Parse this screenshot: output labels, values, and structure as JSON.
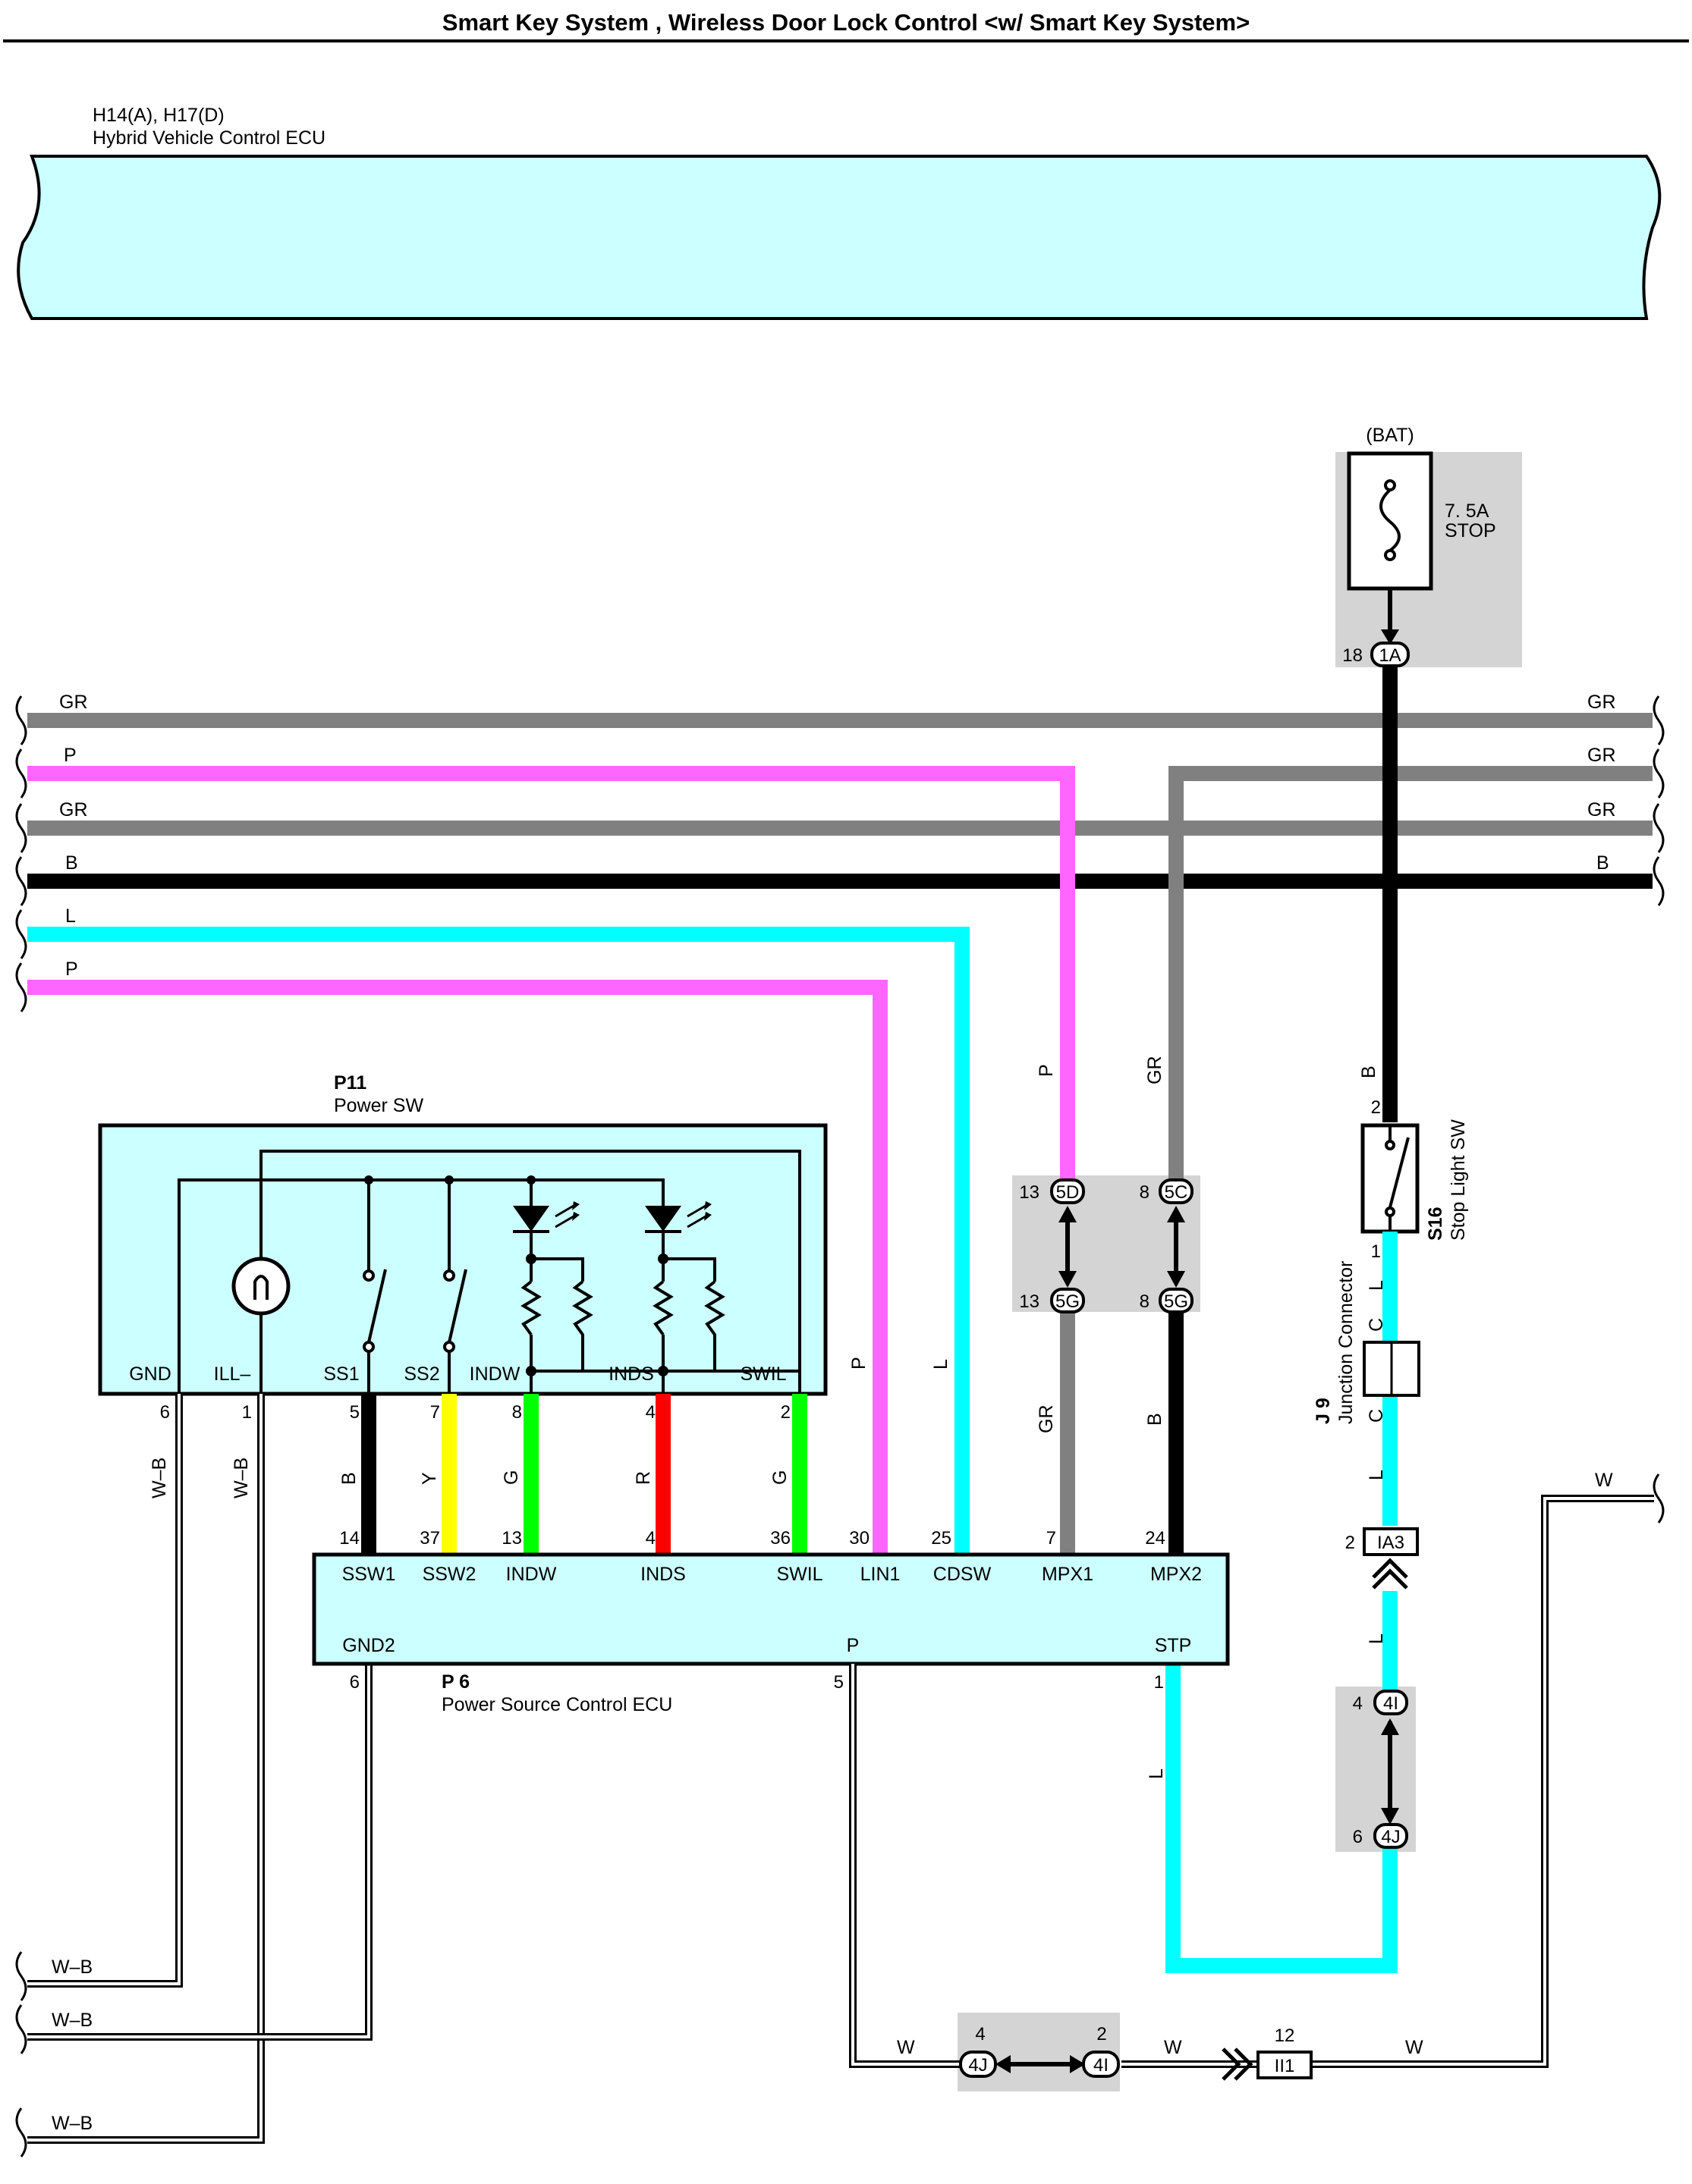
{
  "title": "Smart Key System , Wireless Door Lock Control <w/ Smart Key System>",
  "ecu_hv": {
    "code": "H14(A), H17(D)",
    "name": "Hybrid Vehicle Control ECU"
  },
  "fuse": {
    "source": "(BAT)",
    "rating": "7. 5A",
    "name": "STOP",
    "pin": "18",
    "connector": "1A"
  },
  "bus_wires": {
    "gr1_left": "GR",
    "gr1_right": "GR",
    "p1_left": "P",
    "gr2_right": "GR",
    "gr3_left": "GR",
    "gr3_right": "GR",
    "b_left": "B",
    "b_right": "B",
    "l_left": "L",
    "p2_left": "P"
  },
  "power_sw": {
    "code": "P11",
    "name": "Power SW",
    "terminals": [
      "GND",
      "ILL–",
      "SS1",
      "SS2",
      "INDW",
      "INDS",
      "SWIL"
    ],
    "pins": [
      "6",
      "1",
      "5",
      "7",
      "8",
      "4",
      "2"
    ]
  },
  "power_ecu": {
    "code": "P 6",
    "name": "Power Source Control ECU",
    "top_terminals": [
      "SSW1",
      "SSW2",
      "INDW",
      "INDS",
      "SWIL",
      "LIN1",
      "CDSW",
      "MPX1",
      "MPX2"
    ],
    "top_pins": [
      "14",
      "37",
      "13",
      "4",
      "36",
      "30",
      "25",
      "7",
      "24"
    ],
    "bottom_terminals": [
      "GND2",
      "P",
      "STP"
    ],
    "bottom_pins": [
      "6",
      "5",
      "1"
    ]
  },
  "wire_colors": {
    "ssw1": "B",
    "ssw2": "Y",
    "indw": "G",
    "inds": "R",
    "swil": "G",
    "lin1": "P",
    "cdsw": "L",
    "mpx1_top": "P",
    "mpx2_top": "GR",
    "mpx1_bottom": "GR",
    "mpx2_bottom": "B",
    "gnd": "W–B",
    "ill": "W–B",
    "stp": "L",
    "stop_top": "B",
    "j9_top": "L",
    "j9_bottom": "L",
    "ia3_bottom": "L",
    "w_bottom1": "W",
    "w_bottom2": "W",
    "w_bottom3": "W",
    "w_right": "W"
  },
  "ground_labels": [
    "W–B",
    "W–B",
    "W–B"
  ],
  "conn_5d": {
    "pin": "13",
    "code": "5D"
  },
  "conn_5g_a": {
    "pin": "13",
    "code": "5G"
  },
  "conn_5c": {
    "pin": "8",
    "code": "5C"
  },
  "conn_5g_b": {
    "pin": "8",
    "code": "5G"
  },
  "stop_sw": {
    "code": "S16",
    "name": "Stop Light SW",
    "pin_top": "2",
    "pin_bottom": "1"
  },
  "junction": {
    "code": "J 9",
    "name": "Junction Connector",
    "term_top": "C",
    "term_bottom": "C"
  },
  "ia3": {
    "pin": "2",
    "code": "IA3"
  },
  "conn_4i_v": {
    "pin": "4",
    "code": "4I"
  },
  "conn_4j_v": {
    "pin": "6",
    "code": "4J"
  },
  "conn_4j_h": {
    "pin": "4",
    "code": "4J"
  },
  "conn_4i_h": {
    "pin": "2",
    "code": "4I"
  },
  "ii1": {
    "pin": "12",
    "code": "II1"
  },
  "colors": {
    "ecu_fill": "#ccffff",
    "connector_shade": "#d4d4d4",
    "wire_gray": "#808080",
    "wire_pink": "#ff66ff",
    "wire_cyan": "#00ffff",
    "wire_black": "#000000",
    "wire_yellow": "#ffff00",
    "wire_green": "#00ff00",
    "wire_red": "#ff0000"
  }
}
